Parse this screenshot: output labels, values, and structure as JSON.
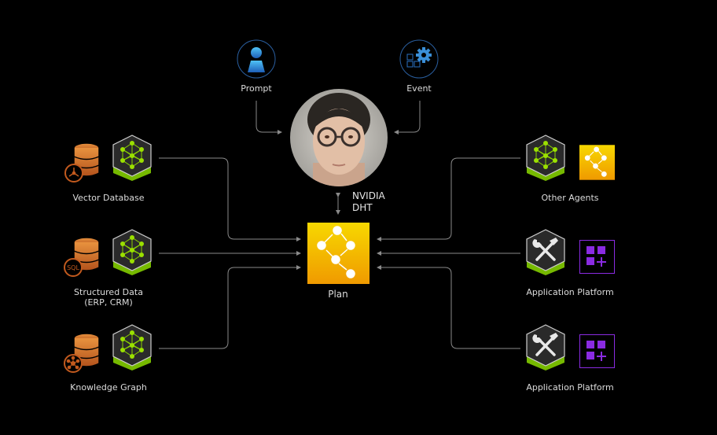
{
  "diagram": {
    "top_inputs": [
      {
        "id": "prompt",
        "label": "Prompt",
        "icon": "person-icon"
      },
      {
        "id": "event",
        "label": "Event",
        "icon": "apps-gear-icon"
      }
    ],
    "center": {
      "avatar_label_line1": "NVIDIA",
      "avatar_label_line2": "DHT",
      "plan_label": "Plan",
      "plan_icon": "workflow-icon"
    },
    "left_sources": [
      {
        "label_lines": [
          "Vector Database"
        ],
        "db_badge": "vector-icon"
      },
      {
        "label_lines": [
          "Structured Data",
          "(ERP, CRM)"
        ],
        "db_badge": "SQL"
      },
      {
        "label_lines": [
          "Knowledge Graph"
        ],
        "db_badge": "graph-icon"
      }
    ],
    "right_targets": [
      {
        "label": "Other Agents",
        "icon": "neural-network-icon",
        "secondary_icon": "workflow-icon"
      },
      {
        "label": "Application Platform",
        "icon": "tools-icon",
        "secondary_icon": "apps-add-icon"
      },
      {
        "label": "Application Platform",
        "icon": "tools-icon",
        "secondary_icon": "apps-add-icon"
      }
    ],
    "colors": {
      "background": "#000000",
      "nvidia_green": "#76b900",
      "db_orange": "#d4722a",
      "plan_yellow": "#f5c400",
      "app_purple": "#8a2be2",
      "icon_blue": "#3a8fd8",
      "connector": "#8a8a8a"
    }
  }
}
